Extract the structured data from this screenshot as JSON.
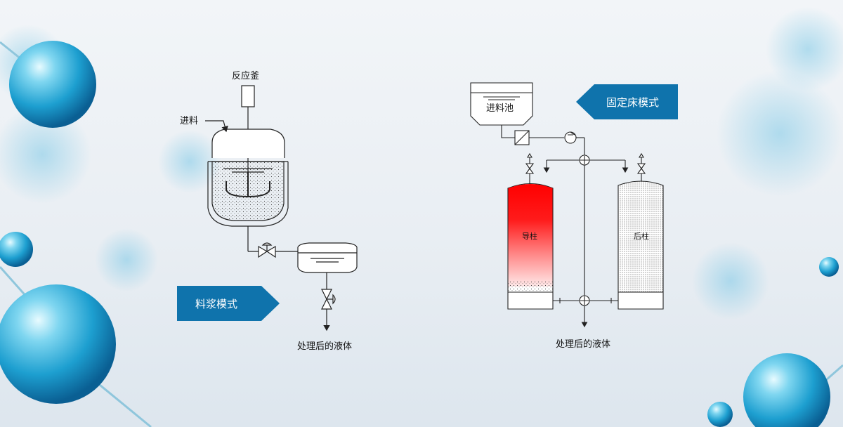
{
  "slurry": {
    "reactor_label": "反应釜",
    "feed_label": "进料",
    "mode_label": "料浆模式",
    "output_label": "处理后的液体"
  },
  "fixed_bed": {
    "feed_tank_label": "进料池",
    "mode_label": "固定床模式",
    "lead_column_label": "导柱",
    "lag_column_label": "后柱",
    "output_label": "处理后的液体"
  },
  "colors": {
    "accent_blue": "#0f73ac",
    "lead_column_red": "#ff0000",
    "bubble_blue": "#2aa9d6"
  }
}
